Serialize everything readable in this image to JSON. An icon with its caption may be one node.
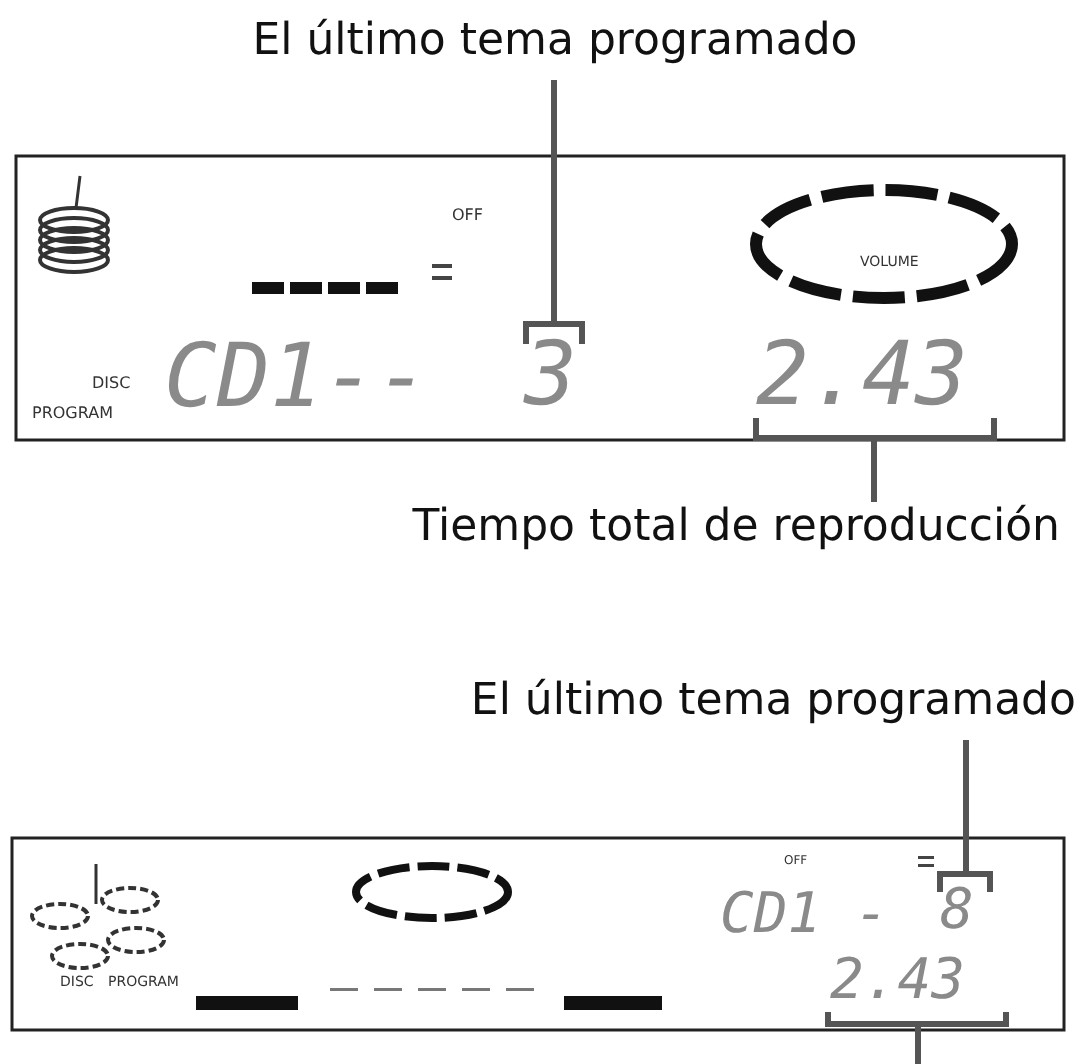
{
  "diagram": {
    "nodes": [
      {
        "text": [
          "El último tema programado"
        ]
      },
      {
        "text": [
          "3"
        ]
      },
      {
        "text": [
          "Tiempo total de reproducción"
        ]
      },
      {
        "text": [
          "2.43"
        ]
      },
      {
        "text": [
          "El último tema programado"
        ]
      },
      {
        "text": [
          "8"
        ]
      },
      {
        "text": [
          "2.43"
        ]
      }
    ],
    "edges": [
      {
        "from": 0,
        "to": 1,
        "arrow": "none"
      },
      {
        "from": 2,
        "to": 3,
        "arrow": "none"
      },
      {
        "from": 4,
        "to": 5,
        "arrow": "none"
      },
      {
        "from": null,
        "to": 6,
        "arrow": "none"
      }
    ],
    "labels": [
      "OFF",
      "VOLUME",
      "DISC",
      "PROGRAM",
      "CD1--",
      "OFF",
      "CD1 -",
      "DISC",
      "PROGRAM"
    ]
  }
}
